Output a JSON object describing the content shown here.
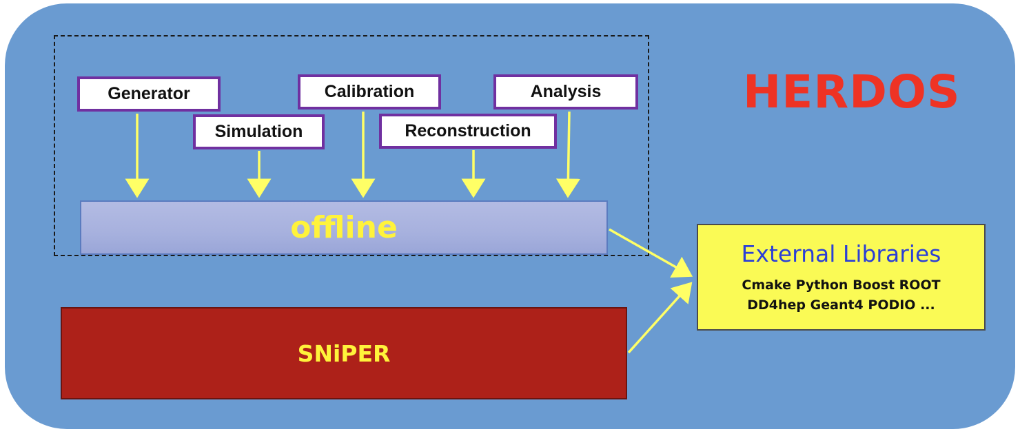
{
  "title": "HERDOS",
  "modules": {
    "generator": "Generator",
    "simulation": "Simulation",
    "calibration": "Calibration",
    "reconstruction": "Reconstruction",
    "analysis": "Analysis"
  },
  "layers": {
    "offline": "offline",
    "sniper": "SNiPER"
  },
  "external": {
    "title": "External Libraries",
    "line1": "Cmake Python Boost ROOT",
    "line2": "DD4hep Geant4 PODIO ..."
  },
  "colors": {
    "background": "#6a9bd1",
    "module_border": "#7030a0",
    "arrow": "#ffff66",
    "title": "#ee3324",
    "offline_label": "#fff33b",
    "sniper_fill": "#ad2119",
    "external_fill": "#fafa55",
    "external_title": "#2b3fd6"
  }
}
